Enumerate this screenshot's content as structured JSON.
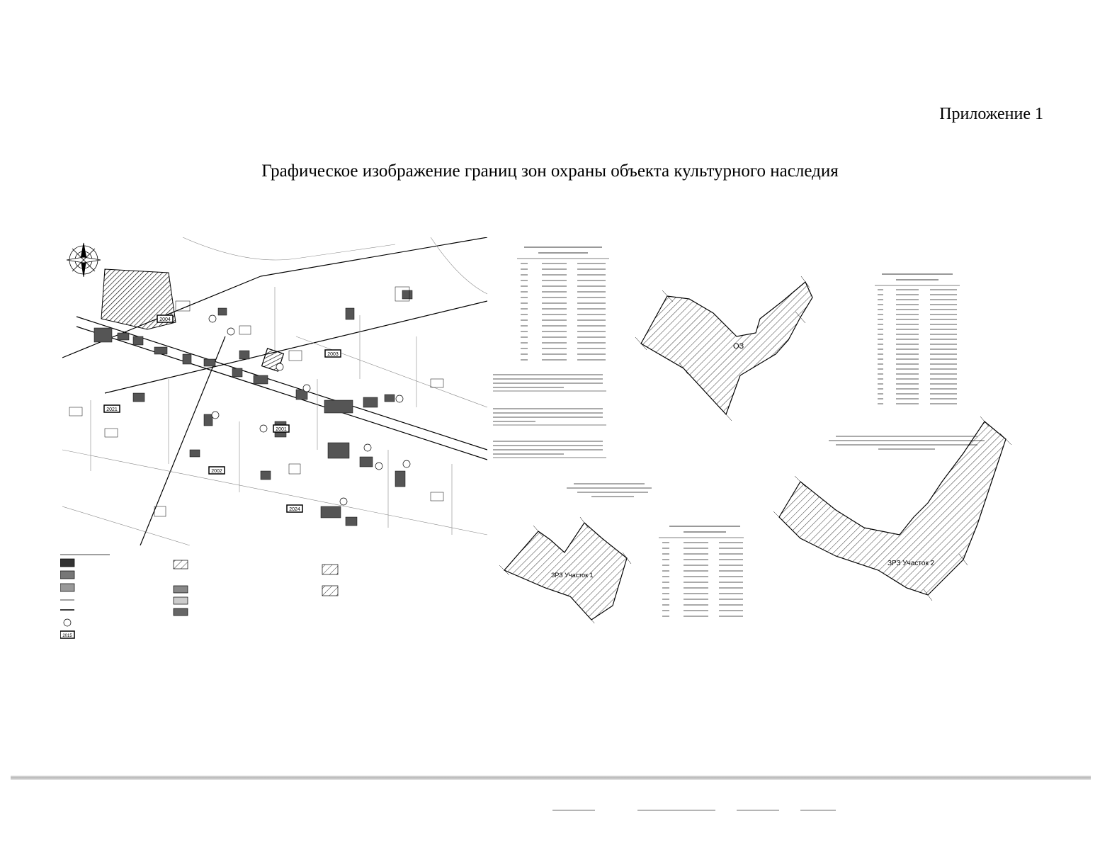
{
  "header": {
    "appendix_label": "Приложение 1",
    "title": "Графическое изображение границ зон охраны объекта культурного наследия"
  },
  "zone_labels": {
    "os": "ОЗ",
    "zrz_1": "ЗРЗ Участок 1",
    "zrz_2": "ЗРЗ Участок 2"
  },
  "quarter_numbers": [
    "2004",
    "2003",
    "2021",
    "2001",
    "2002",
    "2024"
  ],
  "legend_sample_quarter": "2015"
}
